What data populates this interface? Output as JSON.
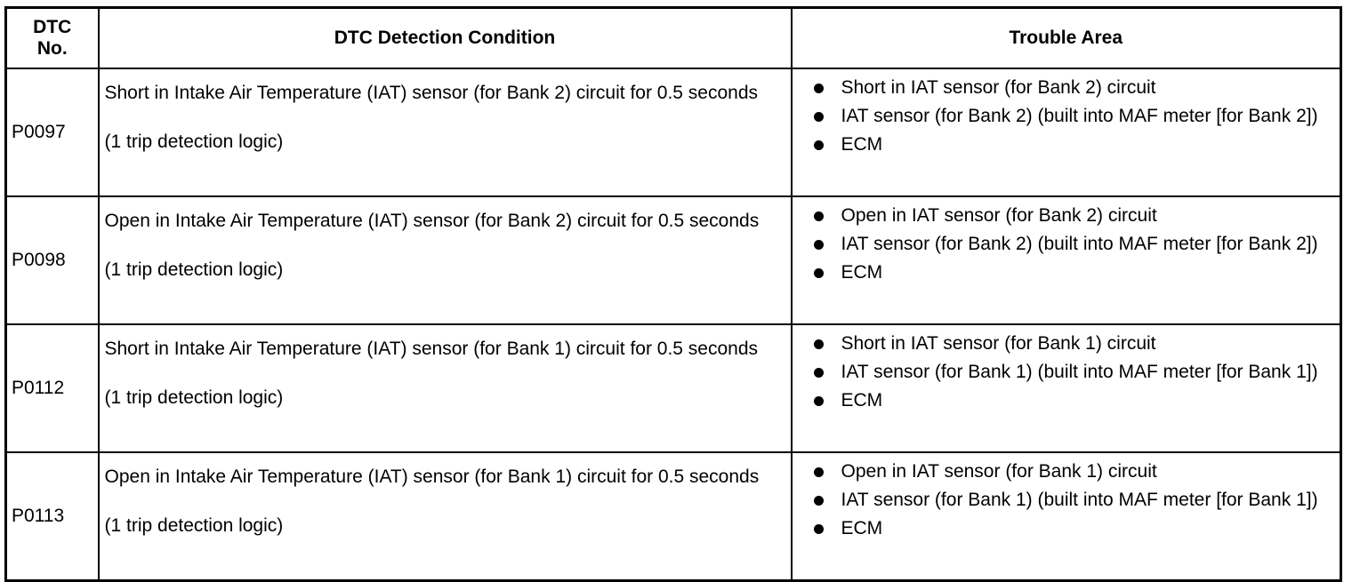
{
  "header": {
    "dtc_no": "DTC\nNo.",
    "detection_condition": "DTC Detection Condition",
    "trouble_area": "Trouble Area"
  },
  "rows": [
    {
      "code": "P0097",
      "condition": "Short in Intake Air Temperature (IAT) sensor (for Bank 2) circuit for 0.5 seconds",
      "logic": "(1 trip detection logic)",
      "areas": [
        "Short in IAT sensor (for Bank 2) circuit",
        "IAT sensor (for Bank 2) (built into MAF meter [for Bank 2])",
        "ECM"
      ]
    },
    {
      "code": "P0098",
      "condition": "Open in Intake Air Temperature (IAT) sensor (for Bank 2) circuit for 0.5 seconds",
      "logic": "(1 trip detection logic)",
      "areas": [
        "Open in IAT sensor (for Bank 2) circuit",
        "IAT sensor (for Bank 2) (built into MAF meter [for Bank 2])",
        "ECM"
      ]
    },
    {
      "code": "P0112",
      "condition": "Short in Intake Air Temperature (IAT) sensor (for Bank 1) circuit for 0.5 seconds",
      "logic": "(1 trip detection logic)",
      "areas": [
        "Short in IAT sensor (for Bank 1) circuit",
        "IAT sensor (for Bank 1) (built into MAF meter [for Bank 1])",
        "ECM"
      ]
    },
    {
      "code": "P0113",
      "condition": "Open in Intake Air Temperature (IAT) sensor (for Bank 1) circuit for 0.5 seconds",
      "logic": "(1 trip detection logic)",
      "areas": [
        "Open in IAT sensor (for Bank 1) circuit",
        "IAT sensor (for Bank 1) (built into MAF meter [for Bank 1])",
        "ECM"
      ]
    }
  ]
}
